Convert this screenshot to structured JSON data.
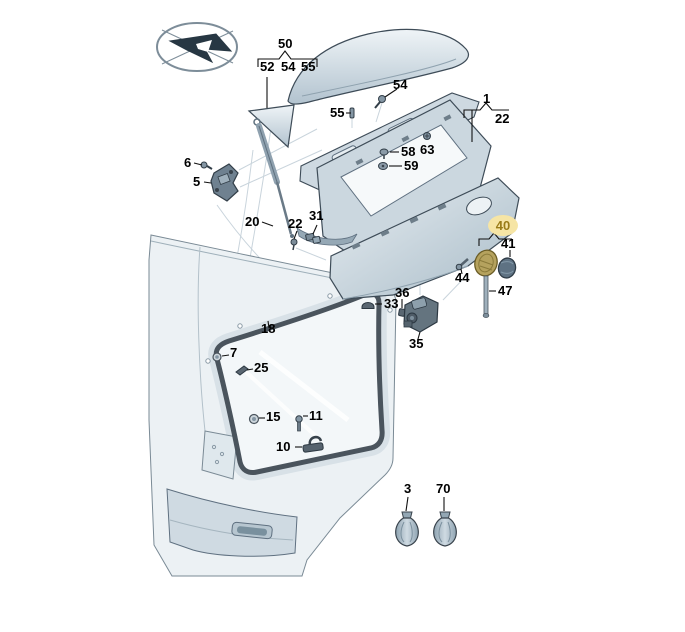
{
  "diagram": {
    "kind": "exploded-parts-diagram",
    "callouts": [
      {
        "label": "50"
      },
      {
        "label": "52"
      },
      {
        "label": "54"
      },
      {
        "label": "55"
      },
      {
        "label": "54"
      },
      {
        "label": "55"
      },
      {
        "label": "1"
      },
      {
        "label": "22"
      },
      {
        "label": "6"
      },
      {
        "label": "5"
      },
      {
        "label": "58"
      },
      {
        "label": "59"
      },
      {
        "label": "63"
      },
      {
        "label": "20"
      },
      {
        "label": "22"
      },
      {
        "label": "31"
      },
      {
        "label": "40",
        "highlighted": true
      },
      {
        "label": "41"
      },
      {
        "label": "44"
      },
      {
        "label": "47"
      },
      {
        "label": "33"
      },
      {
        "label": "36"
      },
      {
        "label": "35"
      },
      {
        "label": "18"
      },
      {
        "label": "7"
      },
      {
        "label": "25"
      },
      {
        "label": "15"
      },
      {
        "label": "11"
      },
      {
        "label": "10"
      },
      {
        "label": "3"
      },
      {
        "label": "70"
      }
    ],
    "highlight": {
      "background": "#f6e5a5",
      "text_color": "#9a7c18"
    },
    "icons": {
      "logo": "oval-dart-brand-logo"
    },
    "colors": {
      "part_outline": "#3e4c58",
      "panel_fill": "#c3d0da",
      "car_outline": "#7a8a95",
      "seal": "#4a545d",
      "leader_line": "#111111"
    }
  }
}
